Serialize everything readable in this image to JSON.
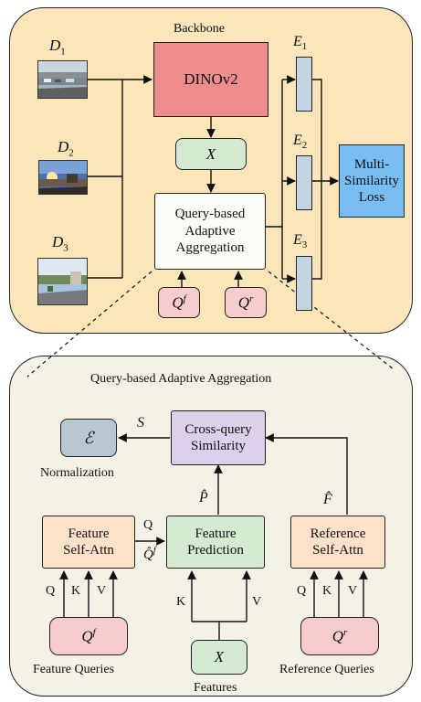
{
  "colors": {
    "top_panel": "#fbe5b9",
    "bottom_panel": "#f6f1e6",
    "dino": "#ef8d8d",
    "green": "#d4ebd2",
    "query_pink": "#f6cccc",
    "purple": "#ddd0ea",
    "orange": "#fde1c9",
    "blue": "#78bdf3",
    "embed": "#c3d4e2",
    "gray_box": "#b8c6d2"
  },
  "top": {
    "d1": "D",
    "d1_sub": "1",
    "d2": "D",
    "d2_sub": "2",
    "d3": "D",
    "d3_sub": "3",
    "backbone_title": "Backbone",
    "dino": "DINOv2",
    "x": "X",
    "qaa_line1": "Query-based",
    "qaa_line2": "Adaptive",
    "qaa_line3": "Aggregation",
    "qf": "Q",
    "qf_sup": "f",
    "qr": "Q",
    "qr_sup": "r",
    "e1": "E",
    "e1_sub": "1",
    "e2": "E",
    "e2_sub": "2",
    "e3": "E",
    "e3_sub": "3",
    "loss_line1": "Multi-",
    "loss_line2": "Similarity",
    "loss_line3": "Loss"
  },
  "bottom": {
    "title": "Query-based Adaptive Aggregation",
    "s_label": "S",
    "norm_symbol": "ℰ",
    "normalization": "Normalization",
    "cross_line1": "Cross-query",
    "cross_line2": "Similarity",
    "p_hat": "P̂",
    "f_hat": "F̂",
    "feat_attn_line1": "Feature",
    "feat_attn_line2": "Self-Attn",
    "q_label": "Q",
    "qf_hat": "Q̂",
    "qf_hat_sup": "f",
    "feat_pred_line1": "Feature",
    "feat_pred_line2": "Prediction",
    "ref_attn_line1": "Reference",
    "ref_attn_line2": "Self-Attn",
    "q1": "Q",
    "k1": "K",
    "v1": "V",
    "k2": "K",
    "v2": "V",
    "q3": "Q",
    "k3": "K",
    "v3": "V",
    "qf": "Q",
    "qf_sup": "f",
    "x": "X",
    "qr": "Q",
    "qr_sup": "r",
    "feature_queries": "Feature Queries",
    "features": "Features",
    "reference_queries": "Reference Queries"
  }
}
